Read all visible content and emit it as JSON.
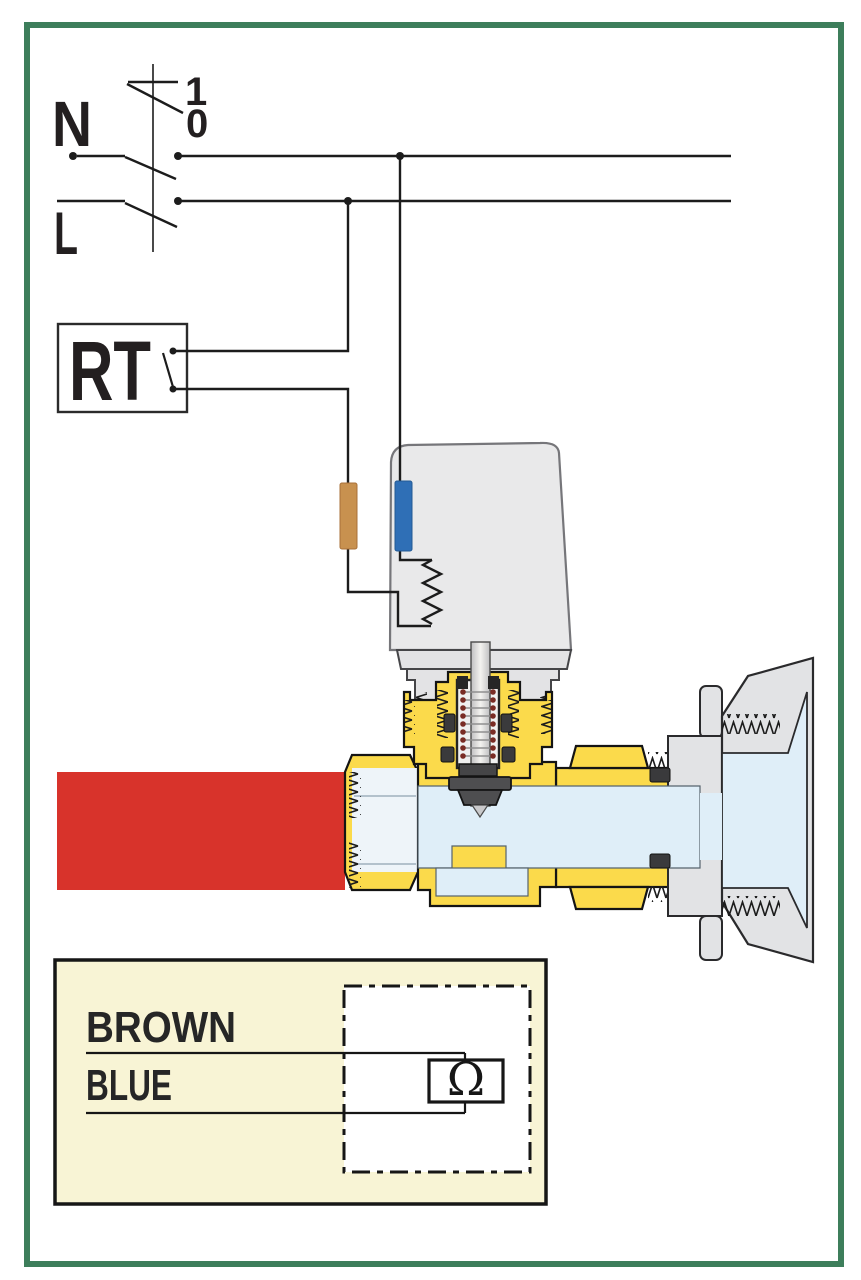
{
  "power": {
    "neutral_label": "N",
    "line_label": "L",
    "switch_position_on": "1",
    "switch_position_off": "0"
  },
  "thermostat": {
    "label": "RT"
  },
  "legend": {
    "brown_label": "BROWN",
    "blue_label": "BLUE",
    "resistance_symbol": "Ω"
  },
  "colors": {
    "frame_green": "#3d7e5b",
    "wire_black": "#1c1c1c",
    "brown_wire": "#c8914f",
    "blue_wire": "#2f6fb6",
    "brass_yellow": "#fbda4b",
    "metal_gray": "#e2e3e5",
    "actuator_gray": "#e9e9ea",
    "water_blue": "#dfeef8",
    "pipe_red": "#d8332b",
    "legend_cream": "#f8f4d5",
    "spring_red": "#7a2c24",
    "seal_dark": "#3a3a3c"
  }
}
